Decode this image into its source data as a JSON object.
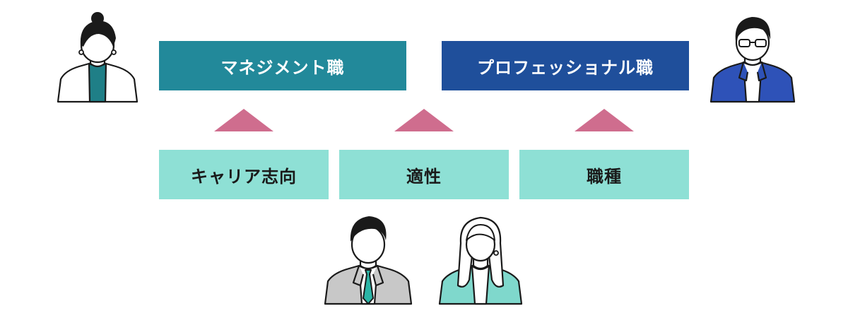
{
  "colors": {
    "management": "#22899a",
    "professional": "#1f4f9b",
    "bottom": "#8ee0d5",
    "arrow": "#cf6d8e"
  },
  "top_boxes": [
    {
      "label": "マネジメント職"
    },
    {
      "label": "プロフェッショナル職"
    }
  ],
  "bottom_boxes": [
    {
      "label": "キャリア志向"
    },
    {
      "label": "適性"
    },
    {
      "label": "職種"
    }
  ],
  "icons": {
    "person_top_left": "woman-teal-blouse-icon",
    "person_top_right": "man-glasses-blue-suit-icon",
    "person_bottom_man": "man-gray-suit-teal-tie-icon",
    "person_bottom_woman": "woman-long-hair-teal-jacket-icon",
    "arrow": "arrow-up-triangle-icon"
  }
}
